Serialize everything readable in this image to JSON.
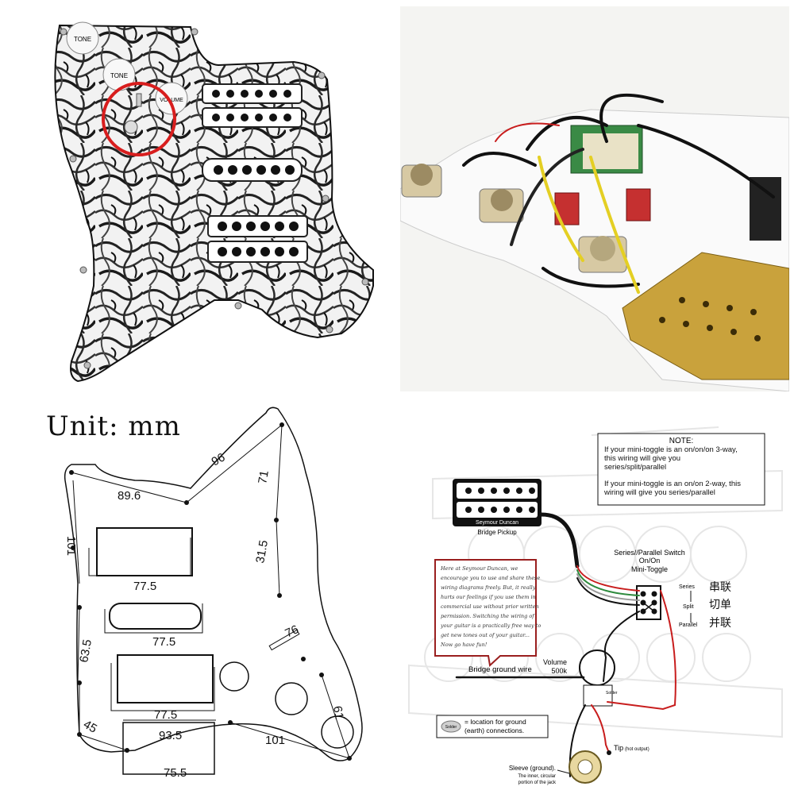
{
  "panel1": {
    "knob_labels": [
      "TONE",
      "TONE",
      "VOLUME"
    ]
  },
  "panel3": {
    "unit_label": "Unit: mm",
    "dimensions": [
      "96",
      "89.6",
      "71",
      "101",
      "31.5",
      "77.5",
      "77.5",
      "76",
      "63.5",
      "77.5",
      "93.5",
      "45",
      "61",
      "101",
      "75.5"
    ]
  },
  "panel4": {
    "note_title": "NOTE:",
    "note_lines": [
      "If your mini-toggle is an on/on/on 3-way,",
      "this wiring will give you",
      "series/split/parallel",
      "",
      "If your mini-toggle is an on/on 2-way, this",
      "wiring will give you series/parallel"
    ],
    "pickup_brand": "Seymour Duncan",
    "pickup_caption": "Bridge Pickup",
    "switch_label_lines": [
      "Series//Parallel Switch",
      "On/On",
      "Mini-Toggle"
    ],
    "switch_positions": [
      "Series",
      "Split",
      "Parallel"
    ],
    "chinese_labels": [
      "串联",
      "切单",
      "并联"
    ],
    "message_lines": [
      "Here at Seymour Duncan, we",
      "encourage you to use and share these",
      "wiring diagrams freely. But, it really",
      "hurts our feelings if you use them in",
      "commercial use without prior written",
      "permission. Switching the wiring of",
      "your guitar is a practically free way to",
      "get new tones out of your guitar...",
      "Now go have fun!"
    ],
    "volume_lines": [
      "Volume",
      "500k"
    ],
    "bridge_ground_label": "Bridge ground wire",
    "solder_word": "Solder",
    "legend_lines": [
      "= location for ground",
      "(earth) connections."
    ],
    "tip_label": "Tip",
    "tip_note": "(hot output)",
    "sleeve_lines": [
      "Sleeve (ground).",
      "The inner, circular",
      "portion of the jack"
    ]
  }
}
